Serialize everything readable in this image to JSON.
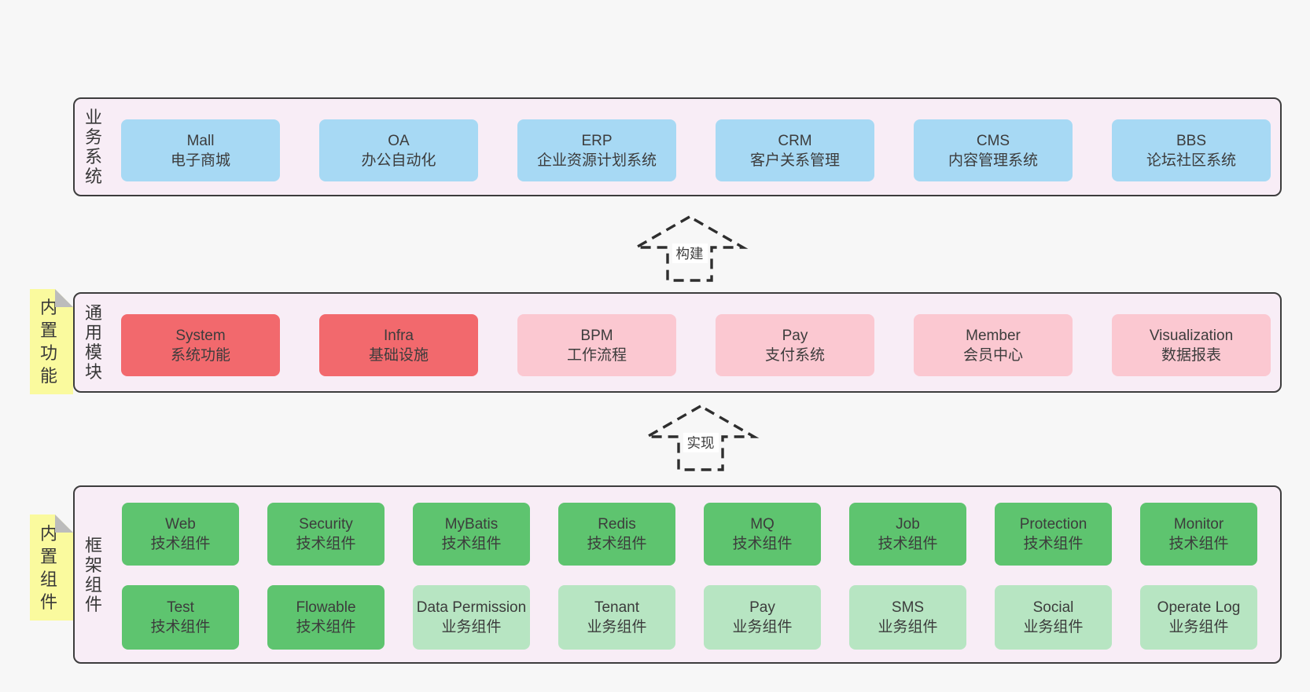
{
  "tiers": [
    {
      "label": "业务系统",
      "boxes": [
        {
          "title": "Mall",
          "subtitle": "电子商城",
          "color": "blue"
        },
        {
          "title": "OA",
          "subtitle": "办公自动化",
          "color": "blue"
        },
        {
          "title": "ERP",
          "subtitle": "企业资源计划系统",
          "color": "blue"
        },
        {
          "title": "CRM",
          "subtitle": "客户关系管理",
          "color": "blue"
        },
        {
          "title": "CMS",
          "subtitle": "内容管理系统",
          "color": "blue"
        },
        {
          "title": "BBS",
          "subtitle": "论坛社区系统",
          "color": "blue"
        }
      ]
    },
    {
      "label": "通用模块",
      "note": "内置功能",
      "boxes": [
        {
          "title": "System",
          "subtitle": "系统功能",
          "color": "red"
        },
        {
          "title": "Infra",
          "subtitle": "基础设施",
          "color": "red"
        },
        {
          "title": "BPM",
          "subtitle": "工作流程",
          "color": "pink"
        },
        {
          "title": "Pay",
          "subtitle": "支付系统",
          "color": "pink"
        },
        {
          "title": "Member",
          "subtitle": "会员中心",
          "color": "pink"
        },
        {
          "title": "Visualization",
          "subtitle": "数据报表",
          "color": "pink"
        }
      ]
    },
    {
      "label": "框架组件",
      "note": "内置组件",
      "rows": [
        [
          {
            "title": "Web",
            "subtitle": "技术组件",
            "color": "green"
          },
          {
            "title": "Security",
            "subtitle": "技术组件",
            "color": "green"
          },
          {
            "title": "MyBatis",
            "subtitle": "技术组件",
            "color": "green"
          },
          {
            "title": "Redis",
            "subtitle": "技术组件",
            "color": "green"
          },
          {
            "title": "MQ",
            "subtitle": "技术组件",
            "color": "green"
          },
          {
            "title": "Job",
            "subtitle": "技术组件",
            "color": "green"
          },
          {
            "title": "Protection",
            "subtitle": "技术组件",
            "color": "green"
          },
          {
            "title": "Monitor",
            "subtitle": "技术组件",
            "color": "green"
          }
        ],
        [
          {
            "title": "Test",
            "subtitle": "技术组件",
            "color": "green"
          },
          {
            "title": "Flowable",
            "subtitle": "技术组件",
            "color": "green"
          },
          {
            "title": "Data Permission",
            "subtitle": "业务组件",
            "color": "light-green"
          },
          {
            "title": "Tenant",
            "subtitle": "业务组件",
            "color": "light-green"
          },
          {
            "title": "Pay",
            "subtitle": "业务组件",
            "color": "light-green"
          },
          {
            "title": "SMS",
            "subtitle": "业务组件",
            "color": "light-green"
          },
          {
            "title": "Social",
            "subtitle": "业务组件",
            "color": "light-green"
          },
          {
            "title": "Operate Log",
            "subtitle": "业务组件",
            "color": "light-green"
          }
        ]
      ]
    }
  ],
  "arrows": [
    {
      "label": "构建"
    },
    {
      "label": "实现"
    }
  ],
  "colors": {
    "page_background": "#f7f7f7",
    "tier_background": "#f8edf6",
    "tier_border": "#3d3d3d",
    "business_box": "#a7d9f4",
    "core_module_box": "#f2696d",
    "optional_module_box": "#fbc8d1",
    "tech_component_box": "#5ec46f",
    "biz_component_box": "#b7e5c2",
    "note_background": "#fafa9e",
    "note_fold": "#bcbcbc",
    "text": "#3c3c3c"
  }
}
